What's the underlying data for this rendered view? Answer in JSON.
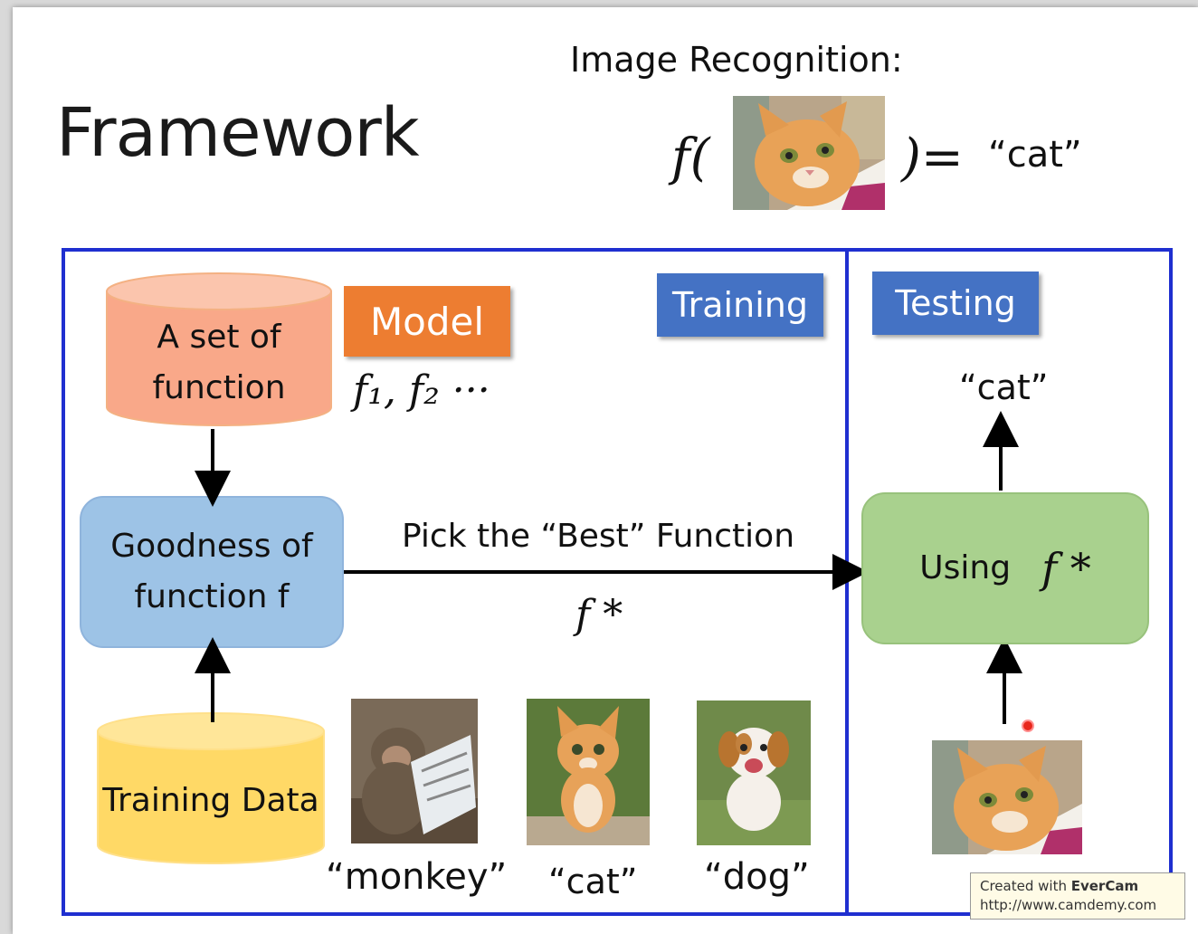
{
  "slide": {
    "title": "Framework",
    "image_recognition": {
      "heading": "Image Recognition:",
      "func_open": "f(",
      "func_close": ")=",
      "result": "“cat”"
    }
  },
  "training": {
    "tag": "Training",
    "set_of_function": "A set of function",
    "model_tag": "Model",
    "model_functions": "f₁, f₂ ···",
    "goodness": "Goodness of function f",
    "training_data": "Training Data",
    "pick_label": "Pick the “Best” Function",
    "f_star": "f *",
    "samples": [
      {
        "label": "“monkey”",
        "icon": "monkey-photo"
      },
      {
        "label": "“cat”",
        "icon": "kitten-photo"
      },
      {
        "label": "“dog”",
        "icon": "puppy-photo"
      }
    ]
  },
  "testing": {
    "tag": "Testing",
    "using": "Using",
    "f_star": "f *",
    "output": "“cat”"
  },
  "watermark": {
    "line1_prefix": "Created with ",
    "line1_brand": "EverCam",
    "line2": "http://www.camdemy.com"
  },
  "colors": {
    "frame_blue": "#1f2fd0",
    "tag_blue": "#4472c4",
    "model_orange": "#ed7d31",
    "cylinder_salmon": "#f9a889",
    "goodness_blue": "#9dc3e6",
    "training_data_yellow": "#ffd966",
    "using_green": "#a9d18e"
  }
}
